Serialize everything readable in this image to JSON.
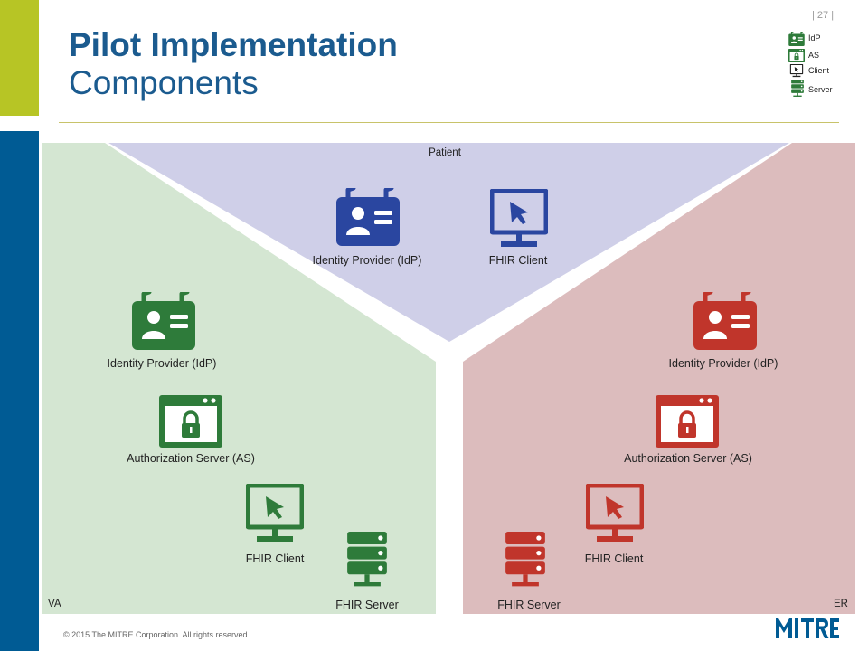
{
  "page": {
    "number": "27",
    "title_line1": "Pilot Implementation",
    "title_line2": "Components",
    "footer": "© 2015 The MITRE Corporation. All rights reserved.",
    "logo": "MITRE"
  },
  "legend": [
    {
      "icon": "idp-badge-icon",
      "label": "IdP"
    },
    {
      "icon": "lock-window-icon",
      "label": "AS"
    },
    {
      "icon": "monitor-cursor-icon",
      "label": "Client"
    },
    {
      "icon": "server-rack-icon",
      "label": "Server"
    }
  ],
  "colors": {
    "accent_bar": "#b7c525",
    "side_bar": "#005b94",
    "title": "#1b5b8f",
    "patient_region": "#cfcfe8",
    "va_region": "#d4e6d2",
    "er_region": "#dcbcbd",
    "patient_icon": "#2a46a0",
    "va_icon": "#2e7b3a",
    "er_icon": "#c0352b"
  },
  "regions": {
    "patient": {
      "name": "Patient",
      "components": [
        {
          "icon": "idp-badge-icon",
          "label": "Identity Provider (IdP)"
        },
        {
          "icon": "monitor-cursor-icon",
          "label": "FHIR Client"
        }
      ]
    },
    "va": {
      "name": "VA",
      "components": [
        {
          "icon": "idp-badge-icon",
          "label": "Identity Provider (IdP)"
        },
        {
          "icon": "lock-window-icon",
          "label": "Authorization Server (AS)"
        },
        {
          "icon": "monitor-cursor-icon",
          "label": "FHIR Client"
        },
        {
          "icon": "server-rack-icon",
          "label": "FHIR Server"
        }
      ]
    },
    "er": {
      "name": "ER",
      "components": [
        {
          "icon": "idp-badge-icon",
          "label": "Identity Provider (IdP)"
        },
        {
          "icon": "lock-window-icon",
          "label": "Authorization Server (AS)"
        },
        {
          "icon": "monitor-cursor-icon",
          "label": "FHIR Client"
        },
        {
          "icon": "server-rack-icon",
          "label": "FHIR Server"
        }
      ]
    }
  }
}
